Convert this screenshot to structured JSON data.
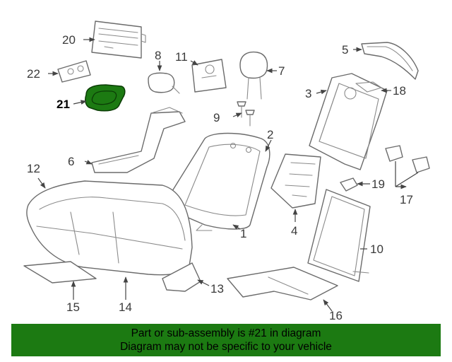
{
  "diagram": {
    "highlight_color": "#1c7a12",
    "highlighted_part": "21",
    "callouts": {
      "c1": "1",
      "c2": "2",
      "c3": "3",
      "c4": "4",
      "c5": "5",
      "c6": "6",
      "c7": "7",
      "c8": "8",
      "c9": "9",
      "c10": "10",
      "c11": "11",
      "c12": "12",
      "c13": "13",
      "c14": "14",
      "c15": "15",
      "c16": "16",
      "c17": "17",
      "c18": "18",
      "c19": "19",
      "c20": "20",
      "c21": "21",
      "c22": "22"
    }
  },
  "banner": {
    "line1": "Part or sub-assembly is #21 in diagram",
    "line2": "Diagram may not be specific to your vehicle",
    "background": "#1c7a12"
  }
}
